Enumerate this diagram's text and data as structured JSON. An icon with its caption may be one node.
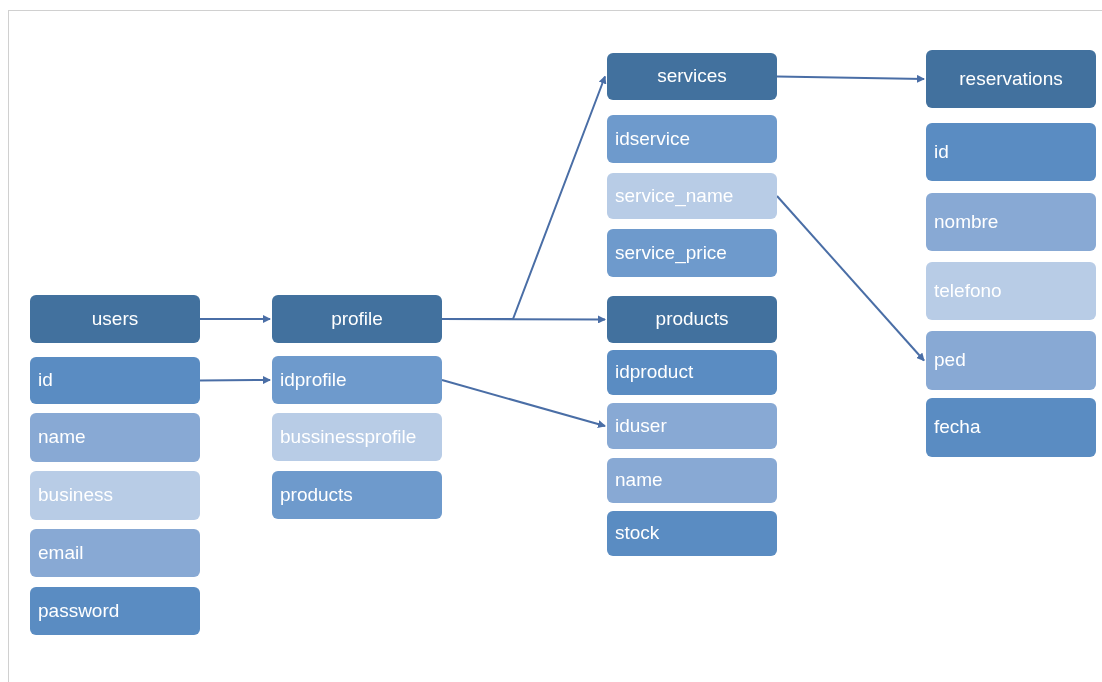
{
  "diagram": {
    "nodes": [
      {
        "text": [
          "users"
        ]
      },
      {
        "text": [
          "id"
        ]
      },
      {
        "text": [
          "name"
        ]
      },
      {
        "text": [
          "business"
        ]
      },
      {
        "text": [
          "email"
        ]
      },
      {
        "text": [
          "password"
        ]
      },
      {
        "text": [
          "profile"
        ]
      },
      {
        "text": [
          "idprofile"
        ]
      },
      {
        "text": [
          "bussinessprofile"
        ]
      },
      {
        "text": [
          "products"
        ]
      },
      {
        "text": [
          "services"
        ]
      },
      {
        "text": [
          "idservice"
        ]
      },
      {
        "text": [
          "service_name"
        ]
      },
      {
        "text": [
          "service_price"
        ]
      },
      {
        "text": [
          "products"
        ]
      },
      {
        "text": [
          "idproduct"
        ]
      },
      {
        "text": [
          "iduser"
        ]
      },
      {
        "text": [
          "name"
        ]
      },
      {
        "text": [
          "stock"
        ]
      },
      {
        "text": [
          "reservations"
        ]
      },
      {
        "text": [
          "id"
        ]
      },
      {
        "text": [
          "nombre"
        ]
      },
      {
        "text": [
          "telefono"
        ]
      },
      {
        "text": [
          "ped"
        ]
      },
      {
        "text": [
          "fecha"
        ]
      }
    ],
    "edges": [
      {
        "from": 0,
        "to": 6,
        "arrow": "to"
      },
      {
        "from": 1,
        "to": 7,
        "arrow": "to"
      },
      {
        "from": 6,
        "to": 10,
        "arrow": "to"
      },
      {
        "from": 6,
        "to": 14,
        "arrow": "to"
      },
      {
        "from": 7,
        "to": 16,
        "arrow": "to"
      },
      {
        "from": 10,
        "to": 19,
        "arrow": "to"
      },
      {
        "from": 12,
        "to": 23,
        "arrow": "to"
      }
    ]
  }
}
